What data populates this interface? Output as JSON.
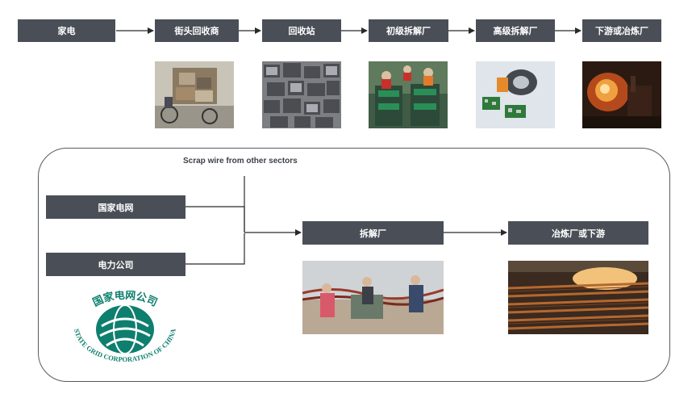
{
  "top_flow": {
    "stages": [
      {
        "id": "household",
        "label": "家电"
      },
      {
        "id": "street-collector",
        "label": "街头回收商"
      },
      {
        "id": "recycling-station",
        "label": "回收站"
      },
      {
        "id": "primary-dismantler",
        "label": "初级拆解厂"
      },
      {
        "id": "advanced-dismantler",
        "label": "高级拆解厂"
      },
      {
        "id": "smelter",
        "label": "下游或冶炼厂"
      }
    ]
  },
  "bottom_flow": {
    "note": "Scrap wire from other sectors",
    "sources": [
      {
        "id": "state-grid",
        "label": "国家电网"
      },
      {
        "id": "power-company",
        "label": "电力公司"
      }
    ],
    "dismantler": {
      "label": "拆解厂"
    },
    "smelter": {
      "label": "冶炼厂或下游"
    }
  },
  "logo": {
    "text_cn": "国家电网公司",
    "text_en": "STATE GRID CORPORATION OF CHINA",
    "color": "#0e7f6e"
  },
  "colors": {
    "box": "#4a4f57",
    "line": "#2a2a2a",
    "panel_border": "#555b63"
  }
}
